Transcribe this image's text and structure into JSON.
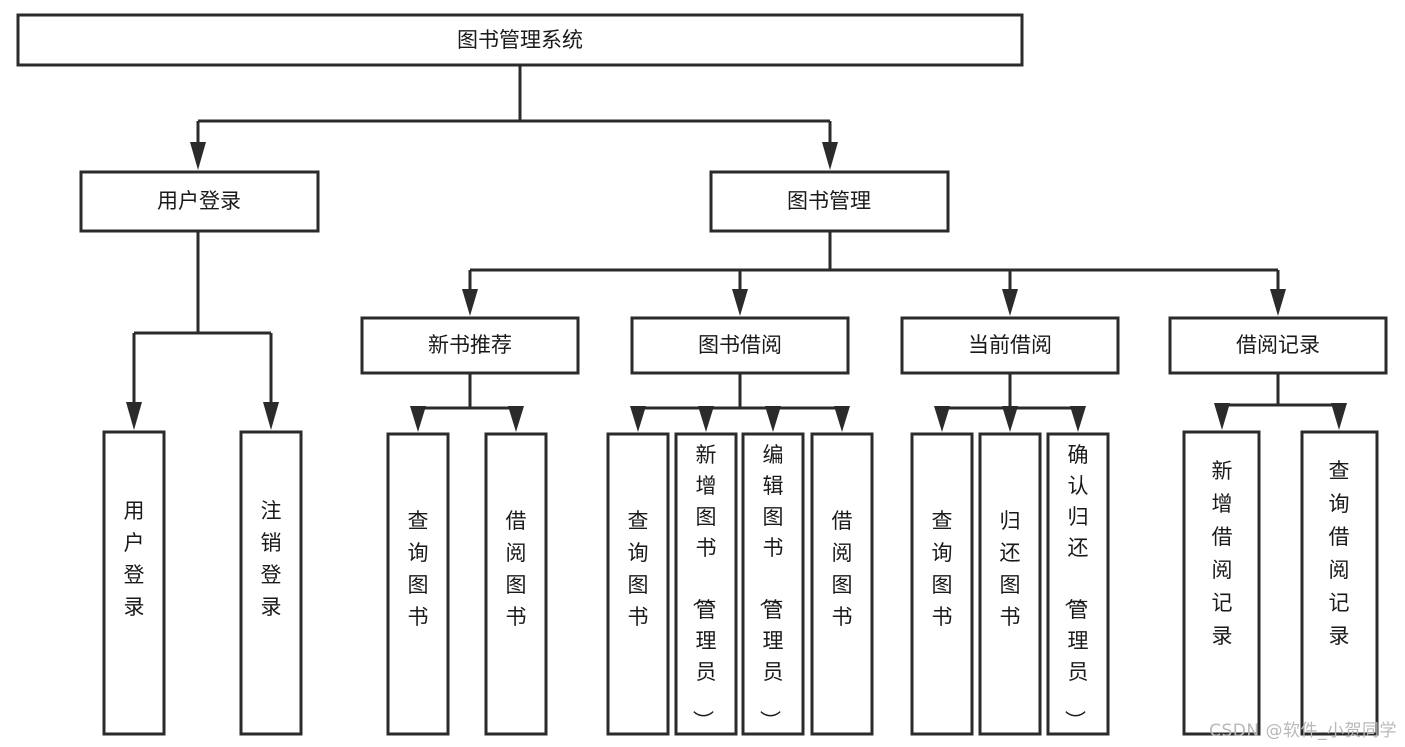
{
  "diagram": {
    "type": "tree",
    "title": "图书管理系统",
    "orientation": "top-down",
    "background_color": "#ffffff",
    "box_stroke_color": "#2b2b2b",
    "box_fill_color": "#ffffff",
    "text_color": "#1a1a1a",
    "levels": 4
  },
  "nodes": {
    "root": {
      "label": "图书管理系统",
      "level": 1,
      "orientation": "horizontal"
    },
    "level2": [
      {
        "id": "user-login",
        "label": "用户登录",
        "orientation": "horizontal"
      },
      {
        "id": "book-manage",
        "label": "图书管理",
        "orientation": "horizontal"
      }
    ],
    "level3": [
      {
        "id": "new-book-recommend",
        "label": "新书推荐",
        "parent": "book-manage",
        "orientation": "horizontal"
      },
      {
        "id": "book-borrow",
        "label": "图书借阅",
        "parent": "book-manage",
        "orientation": "horizontal"
      },
      {
        "id": "current-borrow",
        "label": "当前借阅",
        "parent": "book-manage",
        "orientation": "horizontal"
      },
      {
        "id": "borrow-record",
        "label": "借阅记录",
        "parent": "book-manage",
        "orientation": "horizontal"
      }
    ],
    "leaves": [
      {
        "id": "leaf-user-login",
        "label": "用户登录",
        "parent": "user-login",
        "orientation": "vertical"
      },
      {
        "id": "leaf-user-logout",
        "label": "注销登录",
        "parent": "user-login",
        "orientation": "vertical"
      },
      {
        "id": "leaf-query-book-1",
        "label": "查询图书",
        "parent": "new-book-recommend",
        "orientation": "vertical"
      },
      {
        "id": "leaf-borrow-book-1",
        "label": "借阅图书",
        "parent": "new-book-recommend",
        "orientation": "vertical"
      },
      {
        "id": "leaf-query-book-2",
        "label": "查询图书",
        "parent": "book-borrow",
        "orientation": "vertical"
      },
      {
        "id": "leaf-add-book",
        "label": "新增图书（管理员）",
        "parent": "book-borrow",
        "orientation": "vertical"
      },
      {
        "id": "leaf-edit-book",
        "label": "编辑图书（管理员）",
        "parent": "book-borrow",
        "orientation": "vertical"
      },
      {
        "id": "leaf-borrow-book-2",
        "label": "借阅图书",
        "parent": "book-borrow",
        "orientation": "vertical"
      },
      {
        "id": "leaf-query-book-3",
        "label": "查询图书",
        "parent": "current-borrow",
        "orientation": "vertical"
      },
      {
        "id": "leaf-return-book",
        "label": "归还图书",
        "parent": "current-borrow",
        "orientation": "vertical"
      },
      {
        "id": "leaf-confirm-return",
        "label": "确认归还（管理员）",
        "parent": "current-borrow",
        "orientation": "vertical"
      },
      {
        "id": "leaf-add-record",
        "label": "新增借阅记录",
        "parent": "borrow-record",
        "orientation": "vertical"
      },
      {
        "id": "leaf-query-record",
        "label": "查询借阅记录",
        "parent": "borrow-record",
        "orientation": "vertical"
      }
    ]
  },
  "watermark": {
    "text": "CSDN @软件_小贺同学"
  }
}
